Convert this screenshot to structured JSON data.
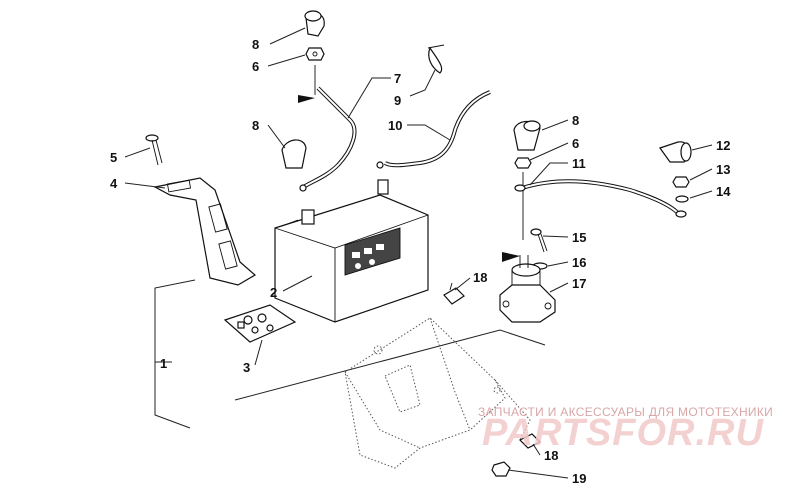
{
  "callouts": {
    "c1": "1",
    "c2": "2",
    "c3": "3",
    "c4": "4",
    "c5": "5",
    "c6a": "6",
    "c6b": "6",
    "c7": "7",
    "c8a": "8",
    "c8b": "8",
    "c8c": "8",
    "c9": "9",
    "c10": "10",
    "c11": "11",
    "c12": "12",
    "c13": "13",
    "c14": "14",
    "c15": "15",
    "c16": "16",
    "c17": "17",
    "c18a": "18",
    "c18b": "18",
    "c19": "19"
  },
  "watermark": {
    "caption": "ЗАПЧАСТИ И АКСЕССУАРЫ ДЛЯ МОТОТЕХНИКИ",
    "logo": "PARTSFOR.RU"
  },
  "colors": {
    "line": "#111111",
    "watermark": "#e8b4b4"
  }
}
